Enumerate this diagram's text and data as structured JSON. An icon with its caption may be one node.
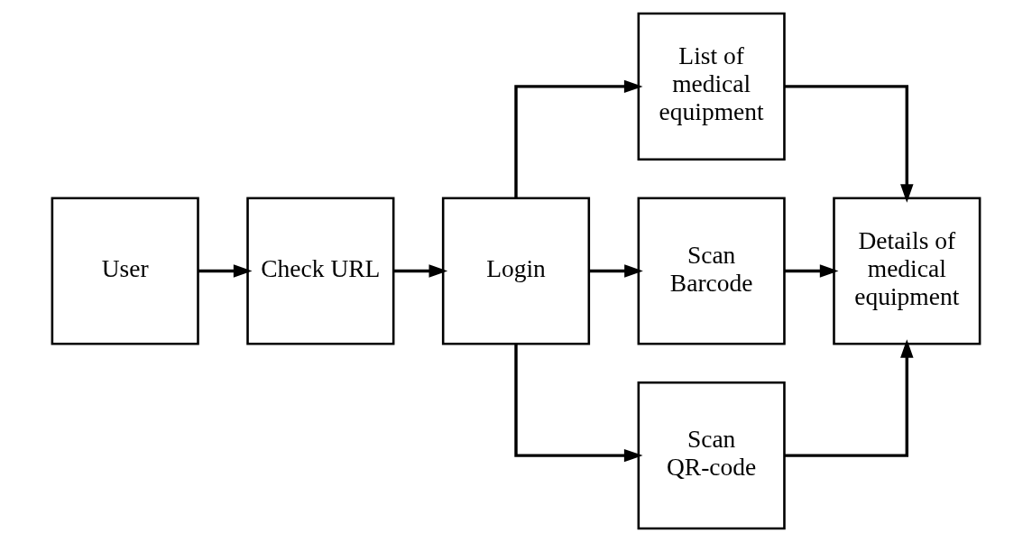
{
  "diagram": {
    "nodes": [
      {
        "text": [
          "User"
        ]
      },
      {
        "text": [
          "Check URL"
        ]
      },
      {
        "text": [
          "Login"
        ]
      },
      {
        "text": [
          "List of medical equipment"
        ]
      },
      {
        "text": [
          "Scan Barcode"
        ]
      },
      {
        "text": [
          "Scan QR-code"
        ]
      },
      {
        "text": [
          "Details of medical equipment"
        ]
      }
    ],
    "edges": [
      {
        "from": 0,
        "to": 1,
        "arrow": "to"
      },
      {
        "from": 1,
        "to": 2,
        "arrow": "to"
      },
      {
        "from": 2,
        "to": 3,
        "arrow": "to"
      },
      {
        "from": 2,
        "to": 4,
        "arrow": "to"
      },
      {
        "from": 2,
        "to": 5,
        "arrow": "to"
      },
      {
        "from": 3,
        "to": 6,
        "arrow": "to"
      },
      {
        "from": 4,
        "to": 6,
        "arrow": "to"
      },
      {
        "from": 5,
        "to": 6,
        "arrow": "to"
      }
    ]
  }
}
